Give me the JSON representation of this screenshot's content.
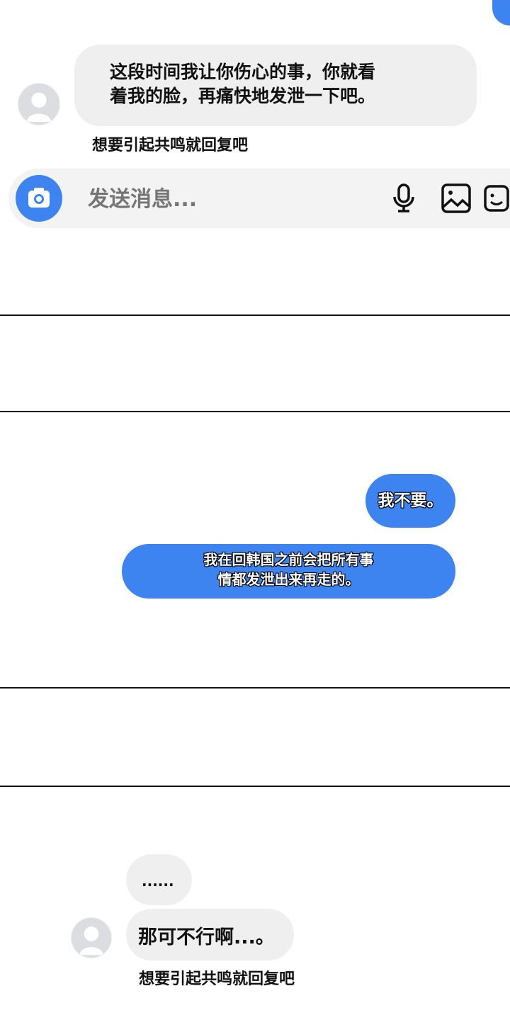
{
  "chat1": {
    "message": "这段时间我让你伤心的事，你就看着我的脸，再痛快地发泄一下吧。",
    "message_line1": "这段时间我让你伤心的事，你就看",
    "message_line2": "着我的脸，再痛快地发泄一下吧。",
    "caption": "想要引起共鸣就回复吧"
  },
  "composer": {
    "placeholder": "发送消息...",
    "icons": [
      "camera-icon",
      "microphone-icon",
      "image-icon",
      "emoji-icon"
    ]
  },
  "chat2": {
    "sent": [
      "我不要。",
      "我在回韩国之前会把所有事情都发泄出来再走的。"
    ],
    "sent2_line1": "我在回韩国之前会把所有事",
    "sent2_line2": "情都发泄出来再走的。"
  },
  "chat3": {
    "received": [
      "......",
      "那可不行啊...。"
    ],
    "caption": "想要引起共鸣就回复吧"
  },
  "colors": {
    "accent": "#3d84f0",
    "bubble_gray": "#efeff0",
    "composer_bg": "#f3f3f3"
  }
}
